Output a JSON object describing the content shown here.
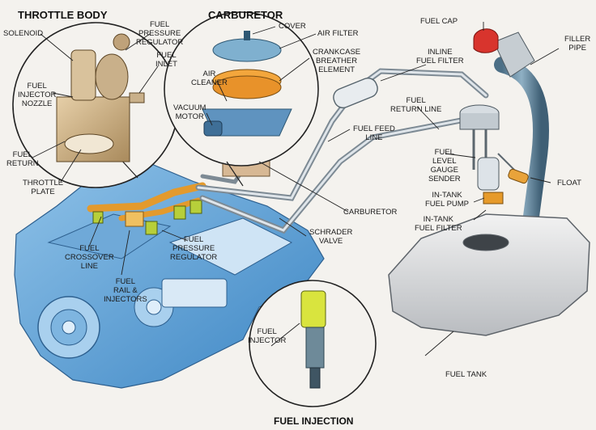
{
  "title": "FUEL INJECTION",
  "throttle_body": {
    "heading": "THROTTLE BODY",
    "solenoid": "SOLENOID",
    "fuel_pressure_regulator": "FUEL\nPRESSURE\nREGULATOR",
    "fuel_inlet": "FUEL\nINLET",
    "fuel_injector_nozzle": "FUEL\nINJECTOR\nNOZZLE",
    "fuel_return": "FUEL\nRETURN",
    "throttle_plate": "THROTTLE\nPLATE"
  },
  "carburetor_detail": {
    "heading": "CARBURETOR",
    "cover": "COVER",
    "air_filter": "AIR FILTER",
    "crankcase_breather": "CRANKCASE\nBREATHER\nELEMENT",
    "air_cleaner": "AIR\nCLEANER",
    "vacuum_motor": "VACUUM\nMOTOR"
  },
  "fuel_system": {
    "fuel_cap": "FUEL CAP",
    "filler_pipe": "FILLER\nPIPE",
    "inline_fuel_filter": "INLINE\nFUEL FILTER",
    "fuel_return_line": "FUEL\nRETURN LINE",
    "fuel_feed_line": "FUEL FEED\nLINE",
    "fuel_level_gauge_sender": "FUEL\nLEVEL\nGAUGE\nSENDER",
    "float": "FLOAT",
    "in_tank_fuel_pump": "IN-TANK\nFUEL PUMP",
    "in_tank_fuel_filter": "IN-TANK\nFUEL FILTER",
    "carburetor": "CARBURETOR",
    "schrader_valve": "SCHRADER\nVALVE",
    "fuel_tank": "FUEL TANK"
  },
  "engine": {
    "fuel_crossover_line": "FUEL\nCROSSOVER\nLINE",
    "fuel_pressure_regulator": "FUEL\nPRESSURE\nREGULATOR",
    "fuel_rail_injectors": "FUEL\nRAIL &\nINJECTORS",
    "fuel_injector": "FUEL\nINJECTOR"
  }
}
